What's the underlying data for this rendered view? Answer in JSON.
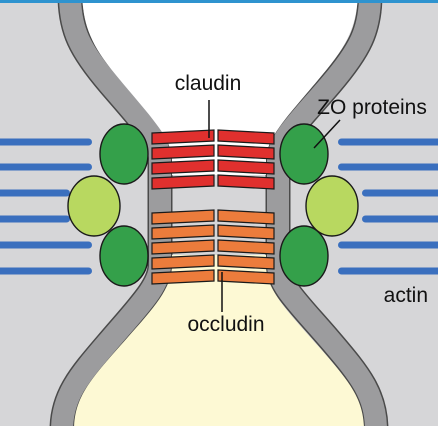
{
  "labels": {
    "claudin": "claudin",
    "zo_proteins": "ZO proteins",
    "occludin": "occludin",
    "actin": "actin"
  },
  "colors": {
    "cell_fill": "#d6d6d8",
    "membrane": "#9c9c9e",
    "membrane_edge": "#4a4a4a",
    "lumen_top": "#ffffff",
    "lumen_bottom": "#fdf9d4",
    "border_blue": "#2e93cf",
    "claudin_red": "#e0302e",
    "occludin_orange": "#ec7c3c",
    "zo_green": "#34a04a",
    "zo_lightgreen": "#b8d860",
    "actin_blue": "#3a6fbe"
  },
  "icons": {
    "claudin_strands": "claudin-strand-stack",
    "occludin_strands": "occludin-strand-stack",
    "zo_proteins": "zo-protein-ellipses",
    "actin_filaments": "actin-filament-bars"
  }
}
